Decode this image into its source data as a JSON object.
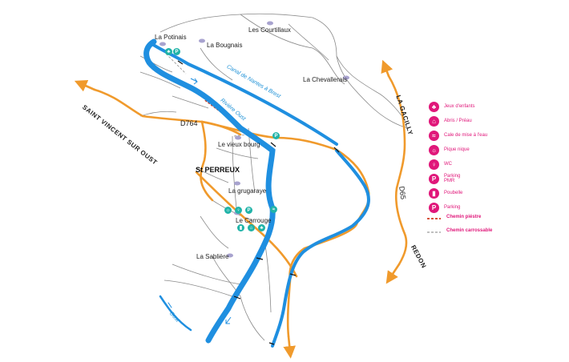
{
  "places": {
    "la_potinais": "La Potinais",
    "la_bougnais": "La Bougnais",
    "les_courtillaux": "Les Courtillaux",
    "la_chevallerais": "La Chevallerais",
    "le_vieux_bourg": "Le vieux bourg",
    "st_perreux": "St PERREUX",
    "la_grugaraye": "La grugaraye",
    "le_carrouge": "Le Carrouge",
    "la_sabliere": "La Sablière"
  },
  "roads": {
    "d764": "D764",
    "d65": "D65",
    "saint_vincent": "SAINT VINCENT SUR OUST",
    "la_gacilly": "LA GACILLY",
    "redon": "REDON"
  },
  "water": {
    "canal": "Canal de Nantes à Brest",
    "riviere": "Rivière Oust",
    "river_lower": "Oust"
  },
  "legend": {
    "items": [
      {
        "icon": "playground-icon",
        "glyph": "♣",
        "label": "Jeux d'enfants"
      },
      {
        "icon": "shelter-icon",
        "glyph": "⌂",
        "label": "Abris / Préau"
      },
      {
        "icon": "boat-ramp-icon",
        "glyph": "≈",
        "label": "Cale de mise à l'eau"
      },
      {
        "icon": "picnic-icon",
        "glyph": "☼",
        "label": "Pique nique"
      },
      {
        "icon": "wc-icon",
        "glyph": "♀",
        "label": "WC"
      },
      {
        "icon": "parking-pmr-icon",
        "glyph": "P",
        "label": "Parking PMR"
      },
      {
        "icon": "trash-icon",
        "glyph": "▮",
        "label": "Poubelle"
      },
      {
        "icon": "parking-icon",
        "glyph": "P",
        "label": "Parking"
      }
    ],
    "lines": [
      {
        "label": "Chemin piéstre",
        "color": "#d23a1f"
      },
      {
        "label": "Chemin carrossable",
        "color": "#9a9a9a"
      }
    ]
  },
  "colors": {
    "road": "#f09a2c",
    "water": "#1f8fe0",
    "path": "#8a8a8a",
    "poi": "#20b3a8",
    "legend": "#e0177a",
    "place_dot": "#a8a3cf"
  }
}
